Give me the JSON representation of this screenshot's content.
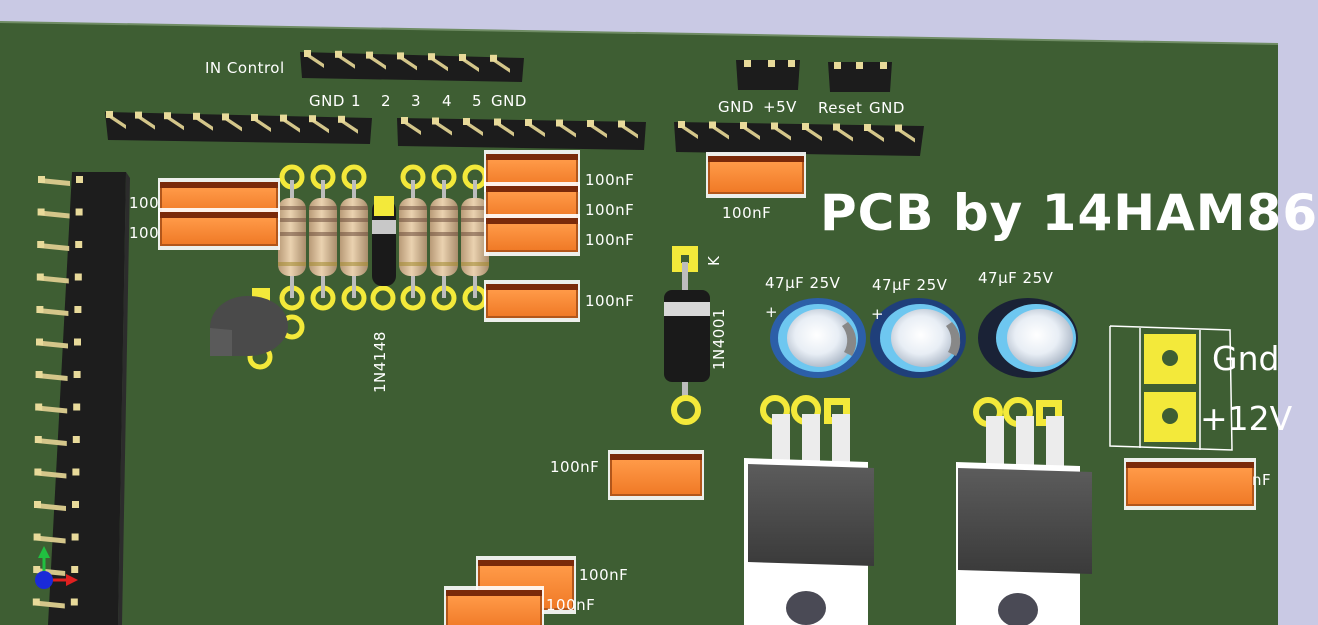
{
  "board": {
    "title": "PCB by 14HAM86",
    "header_label": "IN Control",
    "pin_labels_control": [
      "GND",
      "1",
      "2",
      "3",
      "4",
      "5",
      "GND"
    ],
    "pin_labels_power": [
      "GND",
      "+5V"
    ],
    "pin_labels_reset": [
      "Reset",
      "GND"
    ],
    "cap_label": "100nF",
    "cap_label_partial": "nF",
    "left_cap_label": "100",
    "electrolytic_label": "47µF 25V",
    "diode_small_label": "1N4148",
    "diode_large_label": "1N4001",
    "diode_k_mark": "K",
    "terminal_labels": [
      "Gnd",
      "+12V"
    ],
    "plus_mark": "+"
  },
  "colors": {
    "board_green": "#3e5e33",
    "pad_gold": "#f3e93a",
    "silkscreen": "#ffffff",
    "cap_orange": "#f58733",
    "header_black": "#1b1b1b"
  },
  "icons": [
    "axis-gizmo-icon"
  ]
}
